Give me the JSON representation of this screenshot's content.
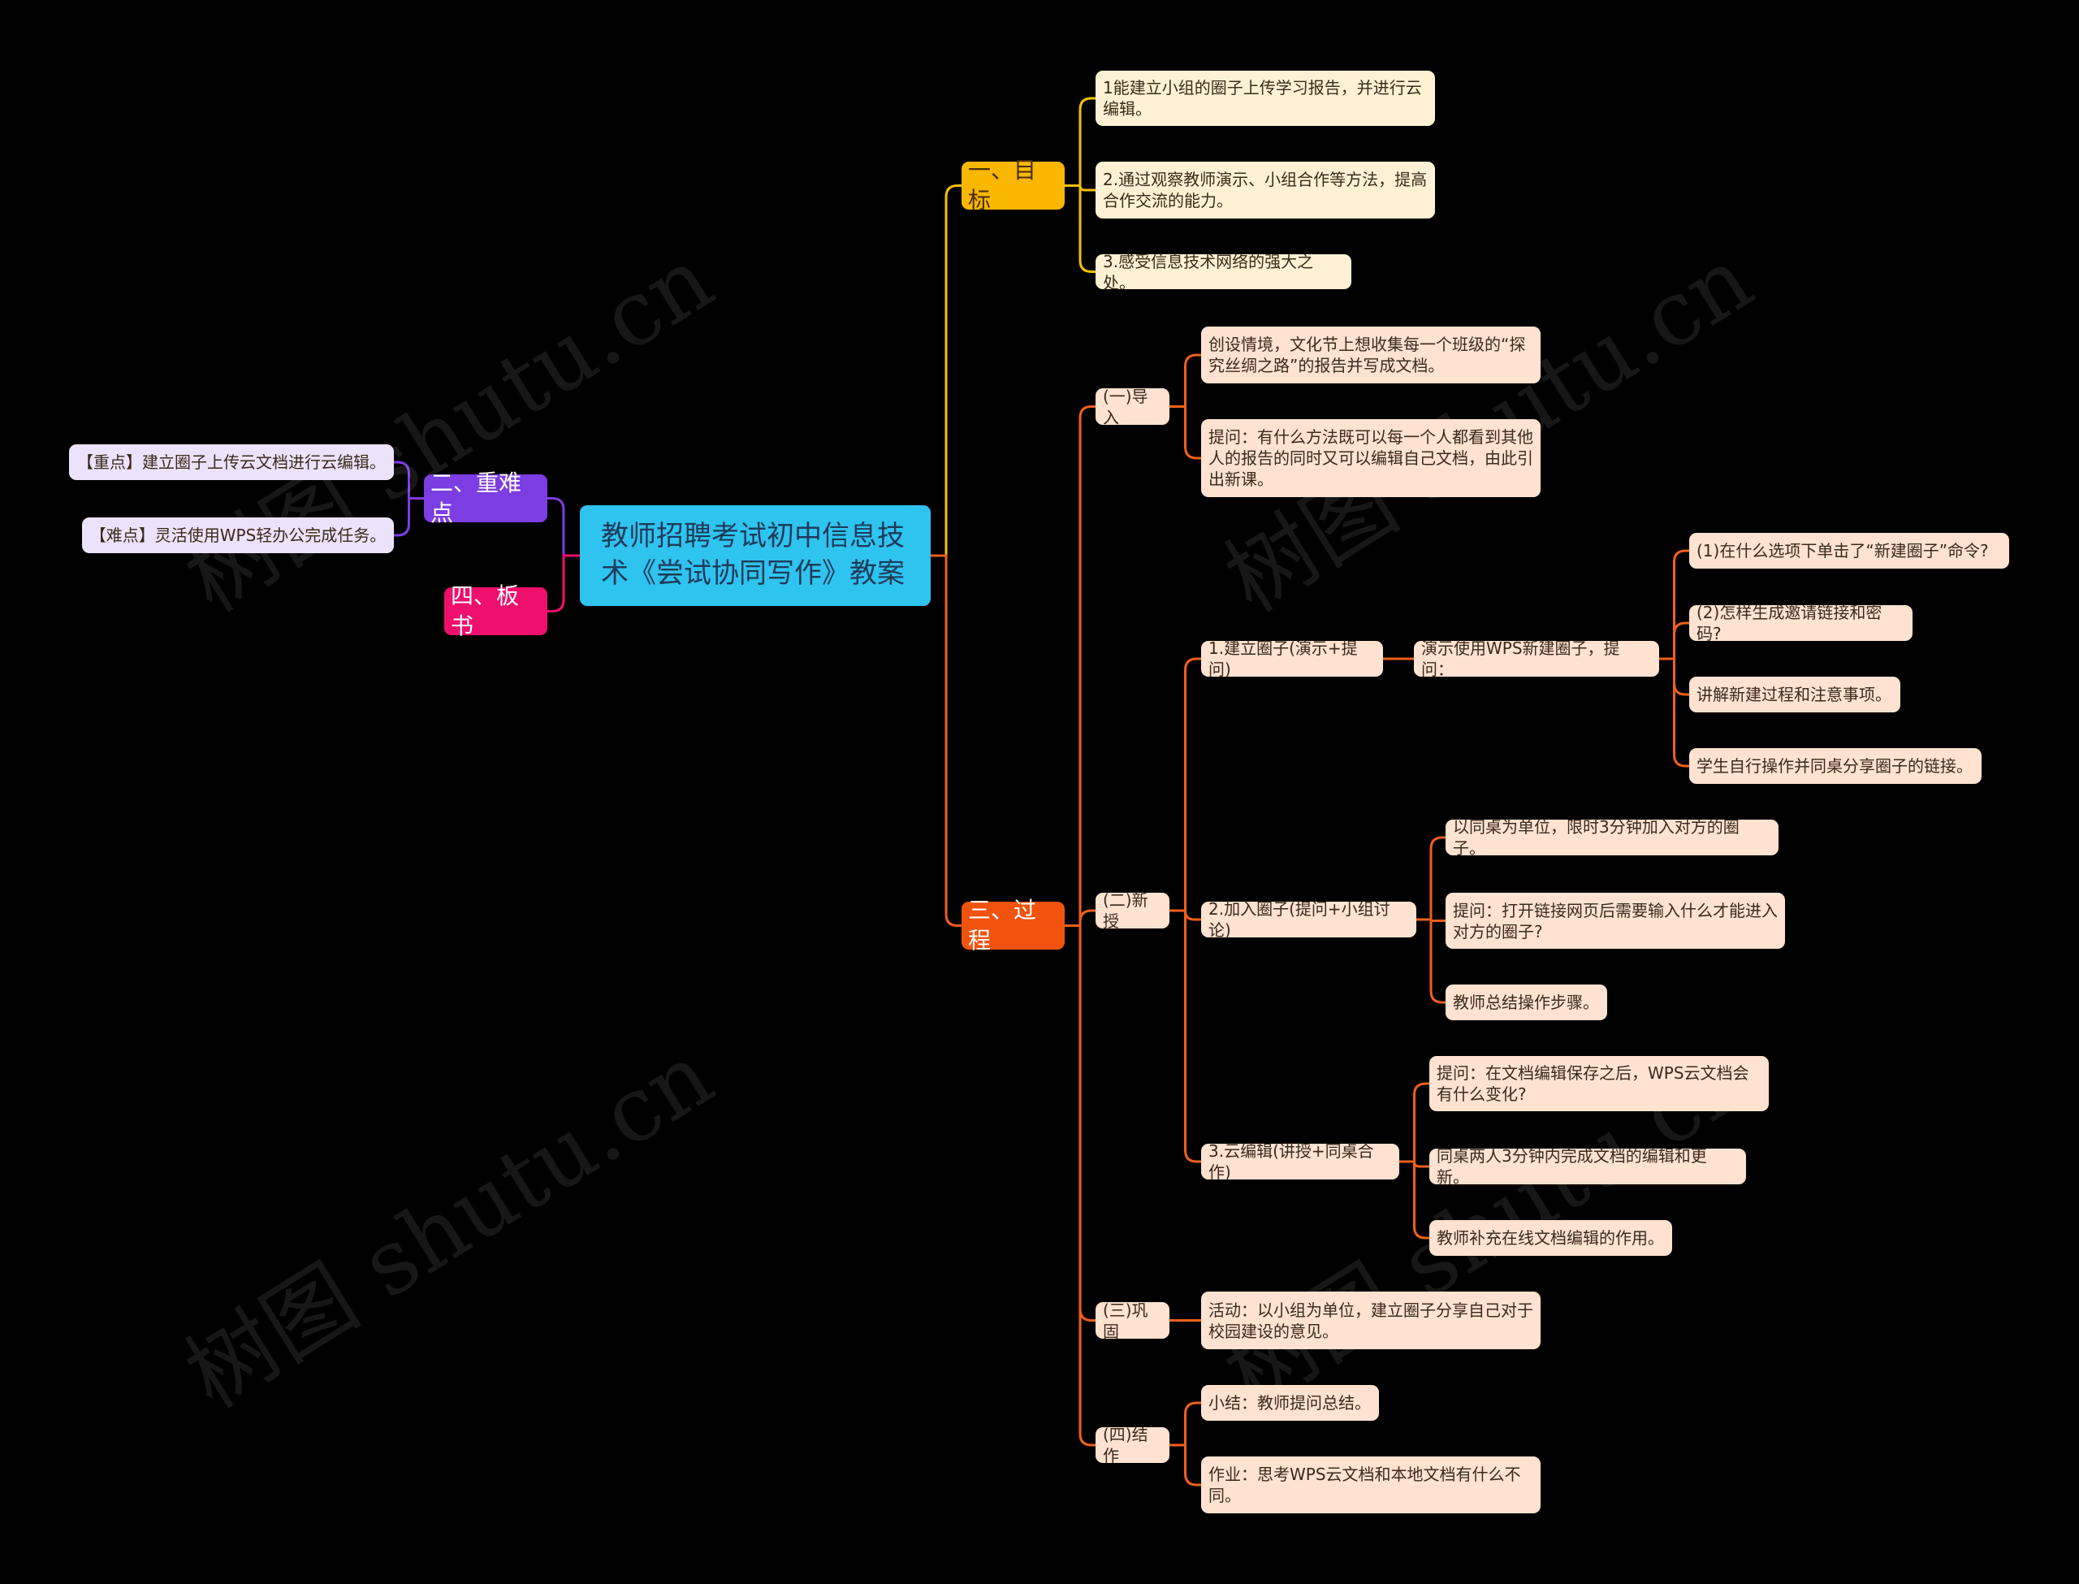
{
  "watermark": "树图 shutu.cn",
  "colors": {
    "goal": "#f5c000",
    "process": "#f0601a",
    "key": "#7c3de2",
    "board": "#ef0f6c"
  },
  "root": "教师招聘考试初中信息技术《尝试协同写作》教案",
  "key_points": {
    "label": "二、重难点",
    "items": [
      "【重点】建立圈子上传云文档进行云编辑。",
      "【难点】灵活使用WPS轻办公完成任务。"
    ]
  },
  "board": {
    "label": "四、板书"
  },
  "goals": {
    "label": "一、目标",
    "items": [
      "1能建立小组的圈子上传学习报告，并进行云编辑。",
      "2.通过观察教师演示、小组合作等方法，提高合作交流的能力。",
      "3.感受信息技术网络的强大之处。"
    ]
  },
  "process": {
    "label": "三、过程",
    "intro": {
      "label": "(一)导入",
      "items": [
        "创设情境，文化节上想收集每一个班级的“探究丝绸之路”的报告并写成文档。",
        "提问：有什么方法既可以每一个人都看到其他人的报告的同时又可以编辑自己文档，由此引出新课。"
      ]
    },
    "new": {
      "label": "(二)新授",
      "step1": {
        "label": "1.建立圈子(演示+提问)",
        "demo": "演示使用WPS新建圈子，提问：",
        "items": [
          "(1)在什么选项下单击了“新建圈子”命令?",
          "(2)怎样生成邀请链接和密码?",
          "讲解新建过程和注意事项。",
          "学生自行操作并同桌分享圈子的链接。"
        ]
      },
      "step2": {
        "label": "2.加入圈子(提问+小组讨论)",
        "items": [
          "以同桌为单位，限时3分钟加入对方的圈子。",
          "提问：打开链接网页后需要输入什么才能进入对方的圈子?",
          "教师总结操作步骤。"
        ]
      },
      "step3": {
        "label": "3.云编辑(讲授+同桌合作)",
        "items": [
          "提问：在文档编辑保存之后，WPS云文档会有什么变化?",
          "同桌两人3分钟内完成文档的编辑和更新。",
          "教师补充在线文档编辑的作用。"
        ]
      }
    },
    "consolidate": {
      "label": "(三)巩固",
      "items": [
        "活动：以小组为单位，建立圈子分享自己对于校园建设的意见。"
      ]
    },
    "summary": {
      "label": "(四)结作",
      "items": [
        "小结：教师提问总结。",
        "作业：思考WPS云文档和本地文档有什么不同。"
      ]
    }
  }
}
